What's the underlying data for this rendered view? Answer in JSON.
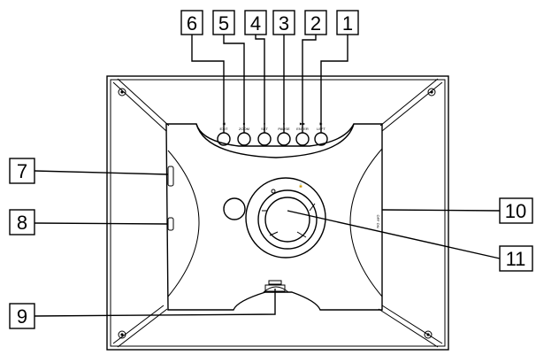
{
  "callouts": [
    {
      "id": "1",
      "label": "1"
    },
    {
      "id": "2",
      "label": "2"
    },
    {
      "id": "3",
      "label": "3"
    },
    {
      "id": "4",
      "label": "4"
    },
    {
      "id": "5",
      "label": "5"
    },
    {
      "id": "6",
      "label": "6"
    },
    {
      "id": "7",
      "label": "7"
    },
    {
      "id": "8",
      "label": "8"
    },
    {
      "id": "9",
      "label": "9"
    },
    {
      "id": "10",
      "label": "10"
    },
    {
      "id": "11",
      "label": "11"
    }
  ],
  "button_labels": [
    "EXIT",
    "ZOOM",
    "SET",
    "PAUSE",
    "ENTER",
    "LEFT"
  ],
  "switch_label": "OFF ON"
}
